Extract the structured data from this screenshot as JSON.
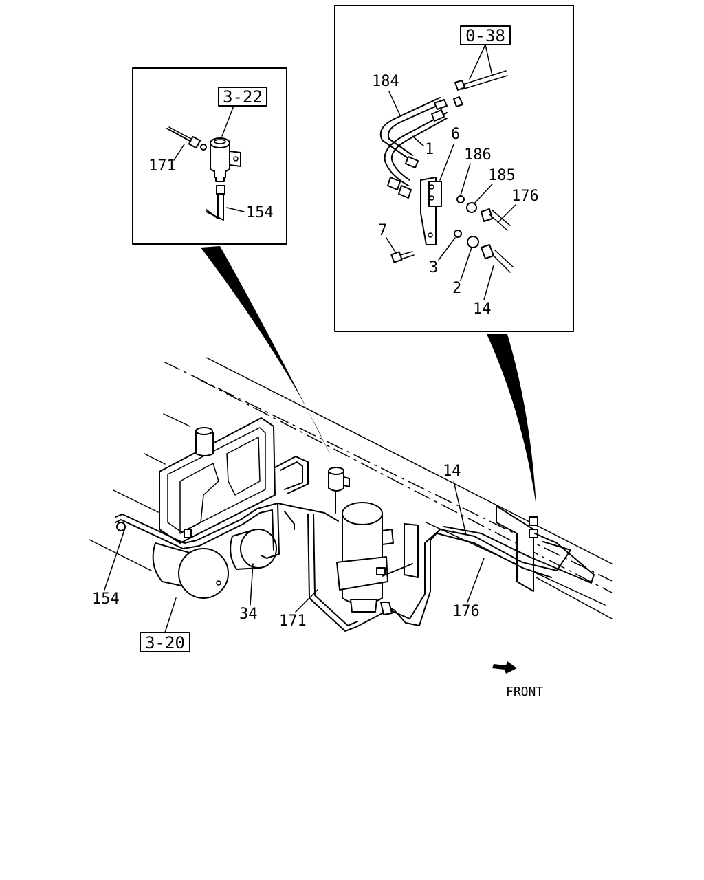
{
  "inset_left": {
    "ref": "3-22",
    "labels": {
      "p171": "171",
      "p154": "154"
    }
  },
  "inset_right": {
    "ref": "0-38",
    "labels": {
      "p184": "184",
      "p1": "1",
      "p6": "6",
      "p186": "186",
      "p185": "185",
      "p176": "176",
      "p7": "7",
      "p3": "3",
      "p2": "2",
      "p14": "14"
    }
  },
  "main": {
    "ref": "3-20",
    "labels": {
      "p14": "14",
      "p154": "154",
      "p34": "34",
      "p171": "171",
      "p176": "176"
    },
    "direction": {
      "label": "FRONT",
      "icon": "front-arrow-icon"
    }
  }
}
